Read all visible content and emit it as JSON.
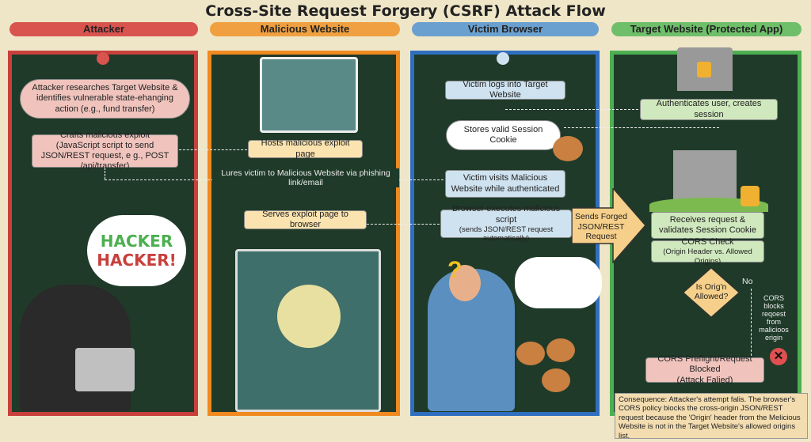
{
  "title": "Cross-Site Request Forgery (CSRF) Attack Flow",
  "lanes": [
    {
      "label": "Attacker",
      "color": "#d9534f"
    },
    {
      "label": "Malicious Website",
      "color": "#f0a040"
    },
    {
      "label": "Victim Browser",
      "color": "#6aa0d0"
    },
    {
      "label": "Target Website (Protected App)",
      "color": "#6fbf6a"
    }
  ],
  "attacker": {
    "step1": "Attacker researches Target Website & identifies vulnerable state-ehanging action (e.g., fund transfer)",
    "step2_title": "Crafts malicious exploit",
    "step2_detail": "(JavaScript script to send JSON/REST request, e g., POST /api/transfer)",
    "bubble_line1": "HACKER",
    "bubble_line2": "HACKER!"
  },
  "malicious": {
    "hosts": "Hosts malicious exploit page",
    "lures": "Lures victim to Malicious Website via phishing link/email",
    "serves": "Serves exploit page to browser"
  },
  "victim": {
    "logs": "Victim logs into Target Website",
    "stores": "Stores valid Session Cookie",
    "visits": "Victim visits Malicious Website while authenticated",
    "executes_title": "Browser executes malicious script",
    "executes_detail": "(sends JSON/REST request automatically)"
  },
  "arrow": "Sends Forged JSON/REST Request",
  "target": {
    "authenticates": "Authenticates user, creates session",
    "receives": "Receives request & validates Session Cookie",
    "cors_title": "CORS Check",
    "cors_detail": "(Origin Header vs. Allowed Origins)",
    "decision": "Is Orig'n Allowed?",
    "no": "No",
    "no_note": "CORS blocks reqoest from malicioos erigin",
    "blocked_title": "CORS Preflight/Request Blocked",
    "blocked_detail": "(Attack Falied)"
  },
  "consequence": "Consequence: Attacker's attempt falis. The browser's CORS policy biocks the cross-origin JSON/REST request because the 'Origin' header from the Melicious Website is not in the Target Website's allowed origins list."
}
